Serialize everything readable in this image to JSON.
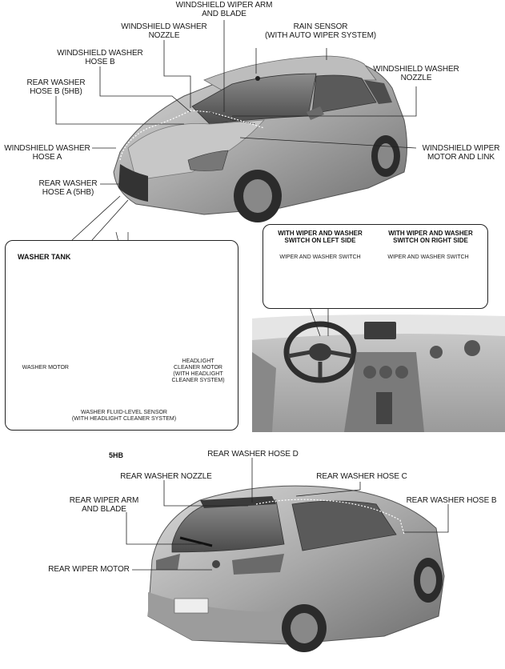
{
  "top_labels": {
    "wiper_arm": "WINDSHIELD WIPER ARM\nAND BLADE",
    "washer_nozzle_left": "WINDSHIELD WASHER\nNOZZLE",
    "rain_sensor": "RAIN SENSOR\n(WITH AUTO WIPER SYSTEM)",
    "hose_b": "WINDSHIELD WASHER\nHOSE B",
    "washer_nozzle_right": "WINDSHIELD WASHER\nNOZZLE",
    "rear_hose_b_5hb": "REAR WASHER\nHOSE B (5HB)",
    "hose_a": "WINDSHIELD WASHER\nHOSE A",
    "wiper_motor_link": "WINDSHIELD WIPER\nMOTOR AND LINK",
    "rear_hose_a_5hb": "REAR WASHER\nHOSE A (5HB)"
  },
  "washer_tank": {
    "title": "WASHER TANK",
    "washer_motor": "WASHER MOTOR",
    "headlight_cleaner_motor": "HEADLIGHT\nCLEANER MOTOR\n(WITH HEADLIGHT\nCLEANER SYSTEM)",
    "fluid_level_sensor": "WASHER FLUID-LEVEL SENSOR\n(WITH HEADLIGHT CLEANER SYSTEM)"
  },
  "switch_box": {
    "left_heading": "WITH WIPER AND WASHER\nSWITCH ON LEFT SIDE",
    "right_heading": "WITH WIPER AND WASHER\nSWITCH ON RIGHT SIDE",
    "left_switch": "WIPER AND WASHER SWITCH",
    "right_switch": "WIPER AND WASHER SWITCH"
  },
  "rear_section": {
    "title": "5HB",
    "hose_d": "REAR WASHER HOSE D",
    "nozzle": "REAR WASHER NOZZLE",
    "hose_c": "REAR WASHER HOSE C",
    "wiper_arm": "REAR WIPER ARM\nAND BLADE",
    "hose_b": "REAR WASHER HOSE B",
    "wiper_motor": "REAR WIPER MOTOR"
  }
}
